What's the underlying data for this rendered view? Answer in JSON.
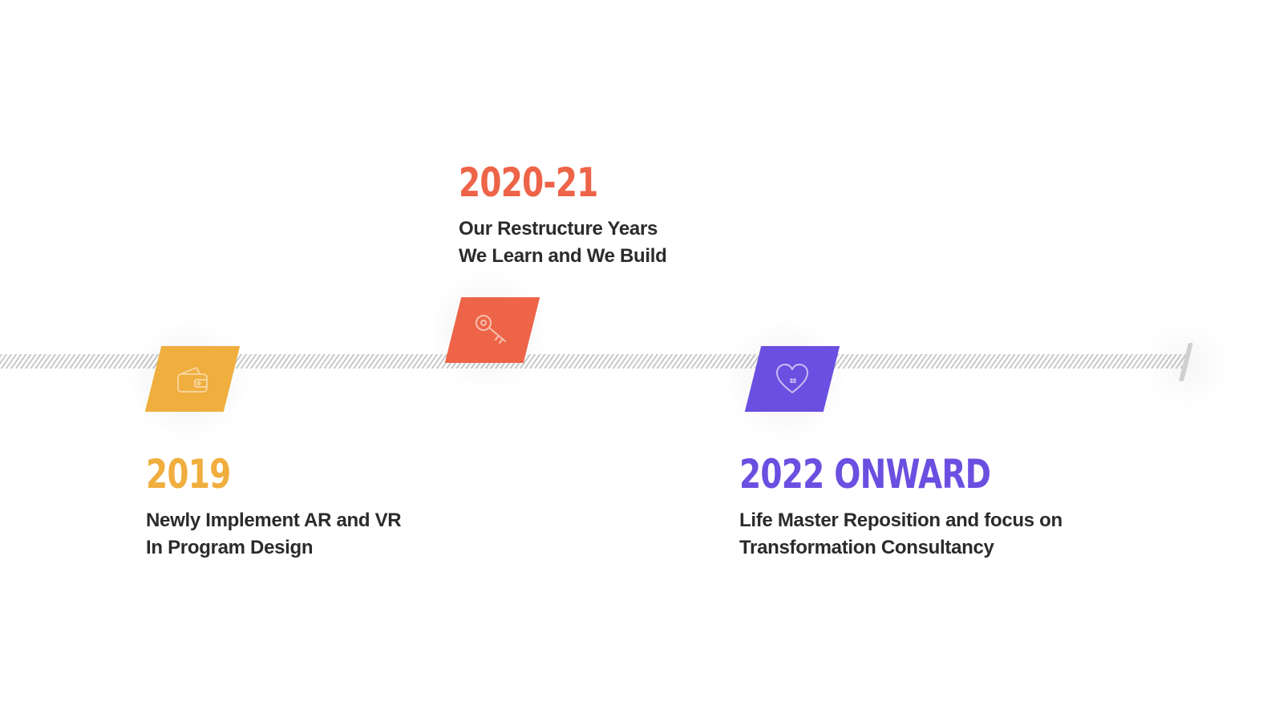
{
  "colors": {
    "orange": "#F0AE3E",
    "coral": "#EE6448",
    "purple": "#6A4FE0",
    "text": "#2B2B2B",
    "track": "#C9C9C9"
  },
  "milestones": [
    {
      "year": "2019",
      "line1": "Newly Implement AR and VR",
      "line2": "In Program Design",
      "icon": "wallet-icon",
      "color": "#F0AE3E"
    },
    {
      "year": "2020-21",
      "line1": "Our Restructure Years",
      "line2": "We Learn and We Build",
      "icon": "key-icon",
      "color": "#EE6448"
    },
    {
      "year": "2022 ONWARD",
      "line1": "Life Master Reposition and focus on",
      "line2": "Transformation Consultancy",
      "icon": "heart-icon",
      "color": "#6A4FE0"
    }
  ]
}
